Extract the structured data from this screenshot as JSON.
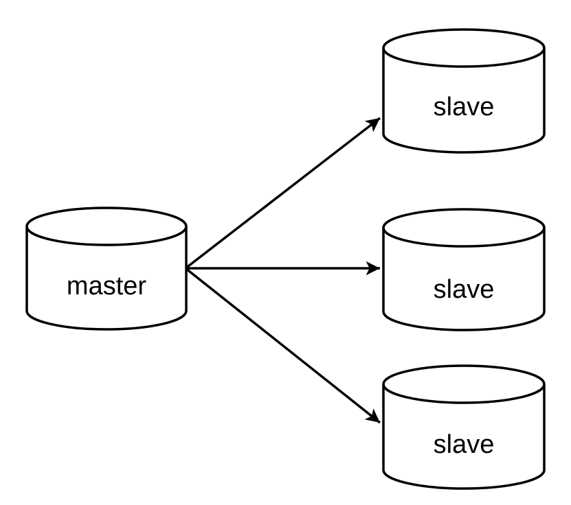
{
  "diagram": {
    "type": "database-replication-topology",
    "background_color": "#ffffff",
    "node_fill_color": "#ffffff",
    "node_stroke_color": "#000000",
    "edge_color": "#000000",
    "master": {
      "label": "master"
    },
    "slaves": [
      {
        "label": "slave"
      },
      {
        "label": "slave"
      },
      {
        "label": "slave"
      }
    ],
    "edges": [
      {
        "from": "master",
        "to": "slave-1",
        "arrowhead": "filled-triangle"
      },
      {
        "from": "master",
        "to": "slave-2",
        "arrowhead": "filled-triangle"
      },
      {
        "from": "master",
        "to": "slave-3",
        "arrowhead": "filled-triangle"
      }
    ]
  }
}
